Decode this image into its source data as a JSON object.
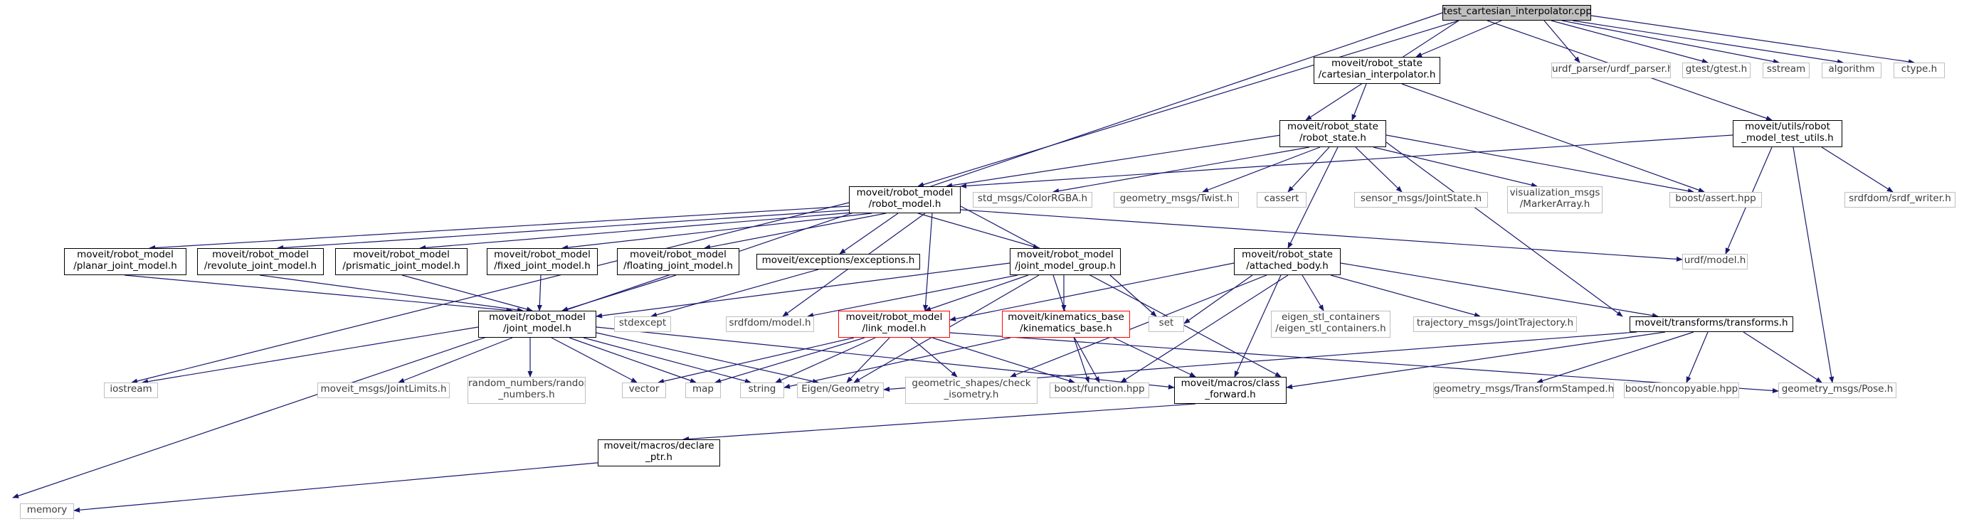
{
  "colors": {
    "edge": "#191970",
    "node_border": "#000000",
    "external_border": "#bfbfbf",
    "highlight_border": "#ff0000",
    "root_fill": "#bfbfbf"
  },
  "nodes": {
    "root": "test_cartesian_interpolator.cpp",
    "cart_interp": "moveit/robot_state\n/cartesian_interpolator.h",
    "urdf_parser": "urdf_parser/urdf_parser.h",
    "gtest": "gtest/gtest.h",
    "sstream": "sstream",
    "algorithm": "algorithm",
    "ctype": "ctype.h",
    "robot_state": "moveit/robot_state\n/robot_state.h",
    "test_utils": "moveit/utils/robot\n_model_test_utils.h",
    "robot_model": "moveit/robot_model\n/robot_model.h",
    "color_rgba": "std_msgs/ColorRGBA.h",
    "twist": "geometry_msgs/Twist.h",
    "cassert": "cassert",
    "joint_state": "sensor_msgs/JointState.h",
    "marker_array": "visualization_msgs\n/MarkerArray.h",
    "boost_assert": "boost/assert.hpp",
    "srdf_writer": "srdfdom/srdf_writer.h",
    "planar": "moveit/robot_model\n/planar_joint_model.h",
    "revolute": "moveit/robot_model\n/revolute_joint_model.h",
    "prismatic": "moveit/robot_model\n/prismatic_joint_model.h",
    "fixed": "moveit/robot_model\n/fixed_joint_model.h",
    "floating": "moveit/robot_model\n/floating_joint_model.h",
    "exceptions": "moveit/exceptions/exceptions.h",
    "jmg": "moveit/robot_model\n/joint_model_group.h",
    "attached_body": "moveit/robot_state\n/attached_body.h",
    "urdf_model": "urdf/model.h",
    "joint_model": "moveit/robot_model\n/joint_model.h",
    "stdexcept": "stdexcept",
    "srdf_model": "srdfdom/model.h",
    "link_model": "moveit/robot_model\n/link_model.h",
    "kin_base": "moveit/kinematics_base\n/kinematics_base.h",
    "set": "set",
    "eigen_stl": "eigen_stl_containers\n/eigen_stl_containers.h",
    "traj": "trajectory_msgs/JointTrajectory.h",
    "transforms": "moveit/transforms/transforms.h",
    "iostream": "iostream",
    "joint_limits": "moveit_msgs/JointLimits.h",
    "random_numbers": "random_numbers/random\n_numbers.h",
    "vector": "vector",
    "map": "map",
    "string": "string",
    "eigen_geometry": "Eigen/Geometry",
    "check_isometry": "geometric_shapes/check\n_isometry.h",
    "boost_function": "boost/function.hpp",
    "class_forward": "moveit/macros/class\n_forward.h",
    "tf_stamped": "geometry_msgs/TransformStamped.h",
    "noncopyable": "boost/noncopyable.hpp",
    "pose": "geometry_msgs/Pose.h",
    "declare_ptr": "moveit/macros/declare\n_ptr.h",
    "memory": "memory"
  }
}
